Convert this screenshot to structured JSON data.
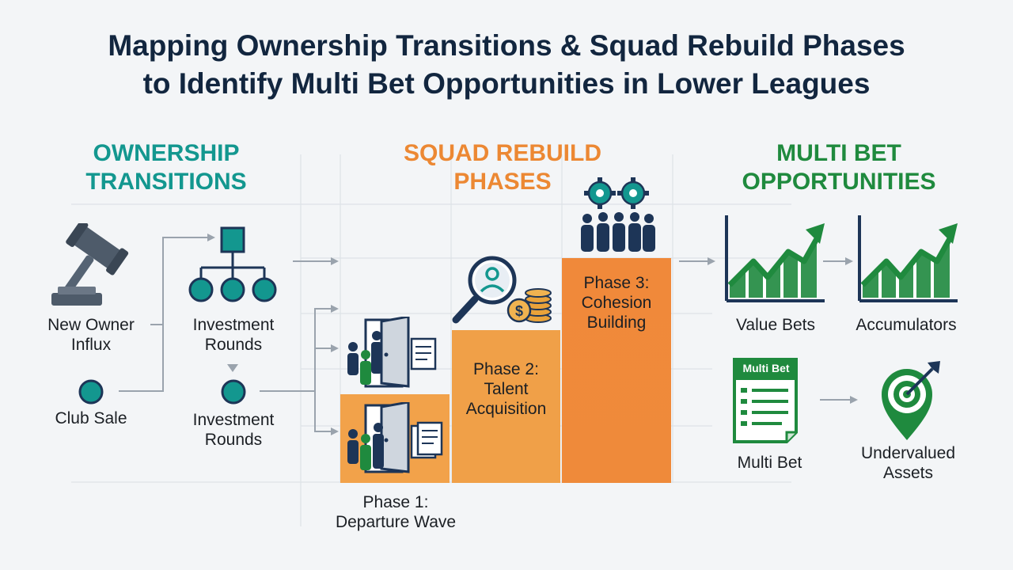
{
  "title": {
    "line1": "Mapping Ownership Transitions & Squad Rebuild Phases",
    "line2": "to Identify Multi Bet Opportunities in Lower Leagues"
  },
  "colors": {
    "title": "#12263f",
    "teal": "#13978f",
    "orange": "#ec8833",
    "green": "#1f8a3e",
    "navy": "#1d3557"
  },
  "ownership": {
    "heading_line1": "OWNERSHIP",
    "heading_line2": "TRANSITIONS",
    "new_owner_line1": "New Owner",
    "new_owner_line2": "Influx",
    "club_sale": "Club Sale",
    "investment_a_line1": "Investment",
    "investment_a_line2": "Rounds",
    "investment_b_line1": "Investment",
    "investment_b_line2": "Rounds",
    "icons": [
      "gavel-icon",
      "hierarchy-icon",
      "dot-icon"
    ]
  },
  "squad": {
    "heading_line1": "SQUAD REBUILD",
    "heading_line2": "PHASES",
    "phase1_line1": "Phase 1:",
    "phase1_line2": "Departure Wave",
    "phase2_line1": "Phase 2:",
    "phase2_line2": "Talent",
    "phase2_line3": "Acquisition",
    "phase3_line1": "Phase 3:",
    "phase3_line2": "Cohesion",
    "phase3_line3": "Building",
    "icons": [
      "exit-door-icon",
      "magnifier-icon",
      "coins-icon",
      "gears-team-icon"
    ]
  },
  "multibet": {
    "heading_line1": "MULTI BET",
    "heading_line2": "OPPORTUNITIES",
    "value_bets": "Value Bets",
    "accumulators": "Accumulators",
    "multi_bet": "Multi Bet",
    "slip_title": "Multi Bet",
    "undervalued_line1": "Undervalued",
    "undervalued_line2": "Assets",
    "icons": [
      "rising-chart-icon",
      "bet-slip-icon",
      "target-icon"
    ]
  }
}
